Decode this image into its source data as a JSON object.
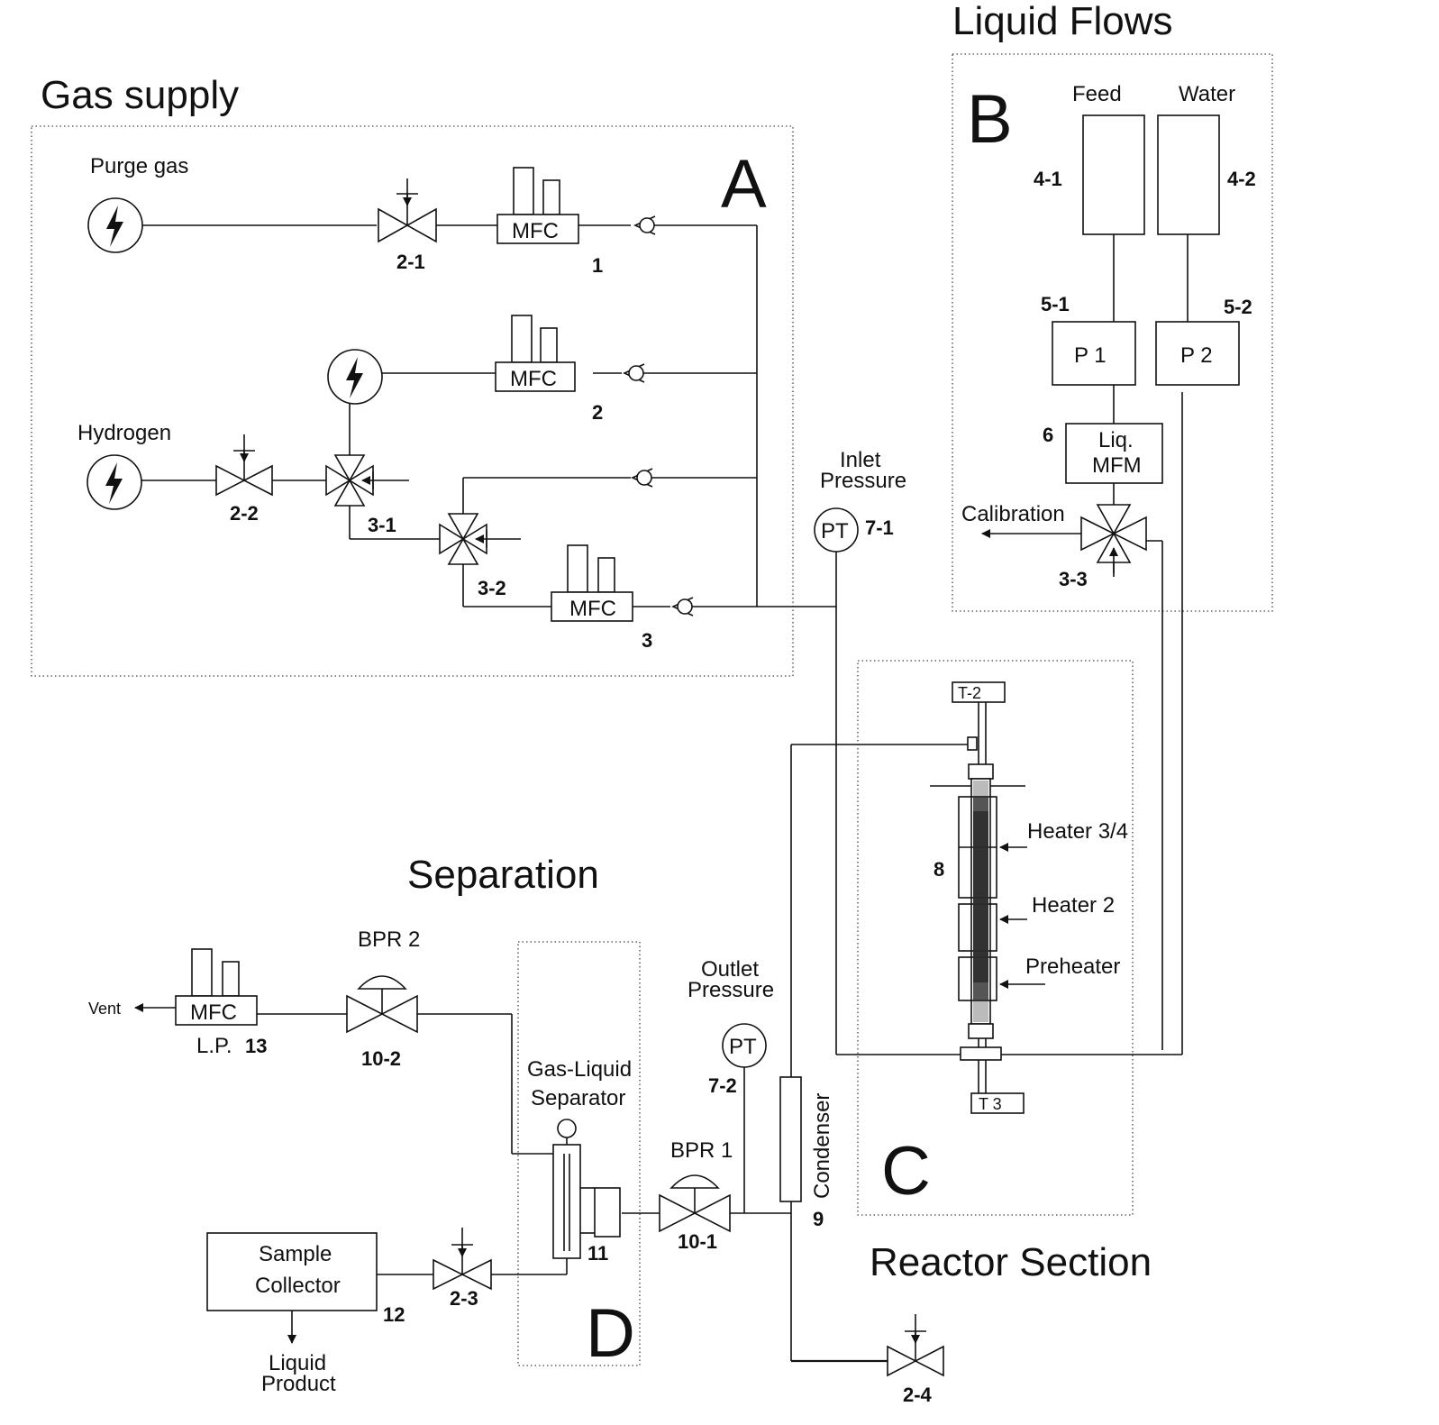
{
  "titles": {
    "gas_supply": "Gas supply",
    "liquid_flows": "Liquid Flows",
    "separation": "Separation",
    "reactor_section": "Reactor Section"
  },
  "sections": {
    "a": "A",
    "b": "B",
    "c": "C",
    "d": "D"
  },
  "gas": {
    "purge": "Purge gas",
    "hydrogen": "Hydrogen",
    "mfc": "MFC",
    "v2_1": "2-1",
    "v2_2": "2-2",
    "v3_1": "3-1",
    "v3_2": "3-2",
    "n1": "1",
    "n2": "2",
    "n3": "3"
  },
  "liquid": {
    "feed": "Feed",
    "water": "Water",
    "t4_1": "4-1",
    "t4_2": "4-2",
    "p5_1": "5-1",
    "p5_2": "5-2",
    "p1": "P 1",
    "p2": "P 2",
    "n6": "6",
    "mfm_line1": "Liq.",
    "mfm_line2": "MFM",
    "calibration": "Calibration",
    "v3_3": "3-3"
  },
  "inlet": {
    "line1": "Inlet",
    "line2": "Pressure",
    "pt": "PT",
    "id": "7-1"
  },
  "reactor": {
    "t2": "T-2",
    "t3": "T 3",
    "heater34": "Heater 3/4",
    "heater2": "Heater 2",
    "preheater": "Preheater",
    "n8": "8",
    "condenser": "Condenser",
    "n9": "9"
  },
  "outlet": {
    "line1": "Outlet",
    "line2": "Pressure",
    "pt": "PT",
    "id": "7-2"
  },
  "separation": {
    "vent": "Vent",
    "mfc": "MFC",
    "lp": "L.P.",
    "n13": "13",
    "bpr2": "BPR 2",
    "v10_2": "10-2",
    "gls_line1": "Gas-Liquid",
    "gls_line2": "Separator",
    "n11": "11",
    "bpr1": "BPR 1",
    "v10_1": "10-1",
    "sample_line1": "Sample",
    "sample_line2": "Collector",
    "n12": "12",
    "v2_3": "2-3",
    "liquid_line1": "Liquid",
    "liquid_line2": "Product",
    "v2_4": "2-4"
  }
}
